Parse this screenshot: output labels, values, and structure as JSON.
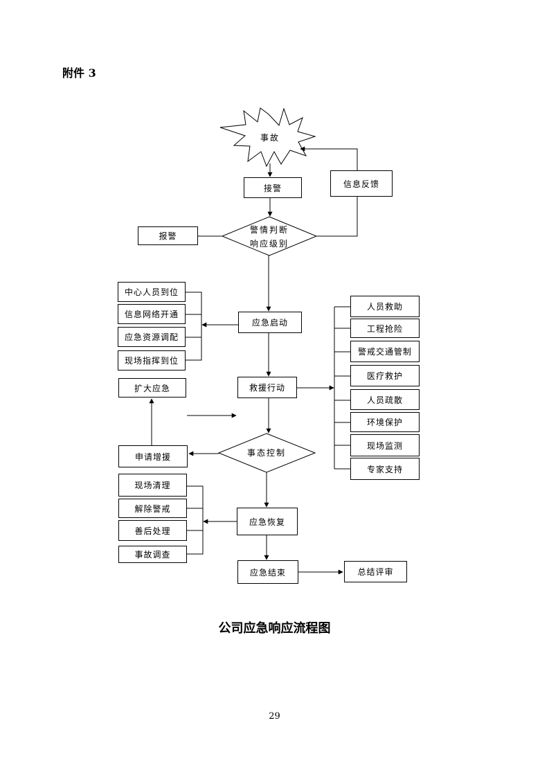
{
  "attachment": "附件 3",
  "caption": "公司应急响应流程图",
  "page_number": "29",
  "flow": {
    "accident": "事故",
    "receive_alarm": "接警",
    "info_feedback": "信息反馈",
    "report_alarm": "报警",
    "judge_line1": "警情判断",
    "judge_line2": "响应级别",
    "emergency_start": "应急启动",
    "rescue_action": "救援行动",
    "state_control": "事态控制",
    "emergency_recovery": "应急恢复",
    "emergency_end": "应急结束",
    "summary_review": "总结评审",
    "expand_emergency": "扩大应急",
    "apply_support": "申请增援",
    "start_items": [
      "中心人员到位",
      "信息网络开通",
      "应急资源调配",
      "现场指挥到位"
    ],
    "action_items": [
      "人员救助",
      "工程抢险",
      "警戒交通管制",
      "医疗救护",
      "人员疏散",
      "环境保护",
      "现场监测",
      "专家支持"
    ],
    "recovery_items": [
      "现场清理",
      "解除警戒",
      "善后处理",
      "事故调查"
    ]
  }
}
